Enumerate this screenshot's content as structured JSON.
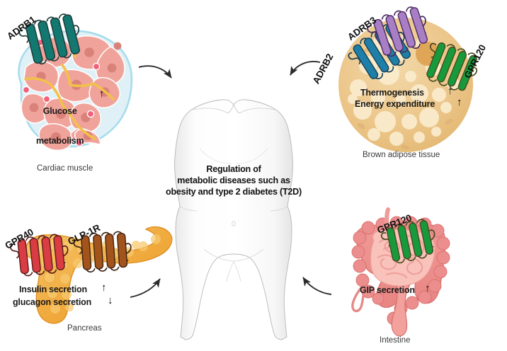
{
  "diagram": {
    "title": "Regulation of metabolic diseases such as obesity and type 2 diabetes (T2D)",
    "center": {
      "line1": "Regulation of",
      "line2": "metabolic diseases such as",
      "line3": "obesity and type 2 diabetes (T2D)"
    },
    "colors": {
      "adrb1": "#13786f",
      "adrb2": "#1e7fa8",
      "adrb3": "#a濃",
      "adrb3_hex": "#a87ec4",
      "gpr120": "#179a3c",
      "gpr40": "#d93c43",
      "glp1r": "#a3541c",
      "cardiac_cell": "#f0a39b",
      "cardiac_nucleus": "#d98279",
      "cardiac_membrane": "#bfe3ef",
      "cardiac_disc": "#f2c14a",
      "adipose_body": "#edc88a",
      "adipose_droplet": "#faeccd",
      "adipose_nucleus": "#e0a657",
      "pancreas_body": "#f0a93c",
      "pancreas_light": "#f7c76e",
      "intestine_outer": "#ec8e8e",
      "intestine_inner": "#f7b3ad",
      "body_silhouette": "#fbfbfb",
      "text": "#111111",
      "label_text": "#3a3a3a"
    },
    "panels": [
      {
        "id": "cardiac-muscle",
        "tissue_label": "Cardiac muscle",
        "receptors": [
          {
            "name": "ADRB1",
            "color": "#13786f",
            "helices": 4
          }
        ],
        "statements": [
          {
            "text_line1": "Glucose",
            "text_line2": "metabolism",
            "arrow": "up"
          }
        ]
      },
      {
        "id": "brown-adipose-tissue",
        "tissue_label": "Brown adipose tissue",
        "receptors": [
          {
            "name": "ADRB2",
            "color": "#1e7fa8",
            "helices": 4
          },
          {
            "name": "ADRB3",
            "color": "#a87ec4",
            "helices": 4
          },
          {
            "name": "GPR120",
            "color": "#179a3c",
            "helices": 4
          }
        ],
        "statements": [
          {
            "text": "Thermogenesis",
            "arrow": "up"
          },
          {
            "text": "Energy expenditure",
            "arrow": "up"
          }
        ]
      },
      {
        "id": "pancreas",
        "tissue_label": "Pancreas",
        "receptors": [
          {
            "name": "GPR40",
            "color": "#d93c43",
            "helices": 4
          },
          {
            "name": "GLP-1R",
            "color": "#a3541c",
            "helices": 4
          }
        ],
        "statements": [
          {
            "text": "Insulin secretion",
            "arrow": "up"
          },
          {
            "text": "glucagon secretion",
            "arrow": "down"
          }
        ]
      },
      {
        "id": "intestine",
        "tissue_label": "Intestine",
        "receptors": [
          {
            "name": "GPR120",
            "color": "#179a3c",
            "helices": 4
          }
        ],
        "statements": [
          {
            "text": "GIP secretion",
            "arrow": "up"
          }
        ]
      }
    ],
    "arrows": [
      {
        "id": "arrow-cardiac-to-center",
        "direction": "inward",
        "from": "cardiac-muscle",
        "to": "center"
      },
      {
        "id": "arrow-adipose-to-center",
        "direction": "inward",
        "from": "brown-adipose-tissue",
        "to": "center"
      },
      {
        "id": "arrow-pancreas-to-center",
        "direction": "inward",
        "from": "pancreas",
        "to": "center"
      },
      {
        "id": "arrow-intestine-to-center",
        "direction": "inward",
        "from": "intestine",
        "to": "center"
      }
    ],
    "glyphs": {
      "up": "↑",
      "down": "↓"
    }
  }
}
